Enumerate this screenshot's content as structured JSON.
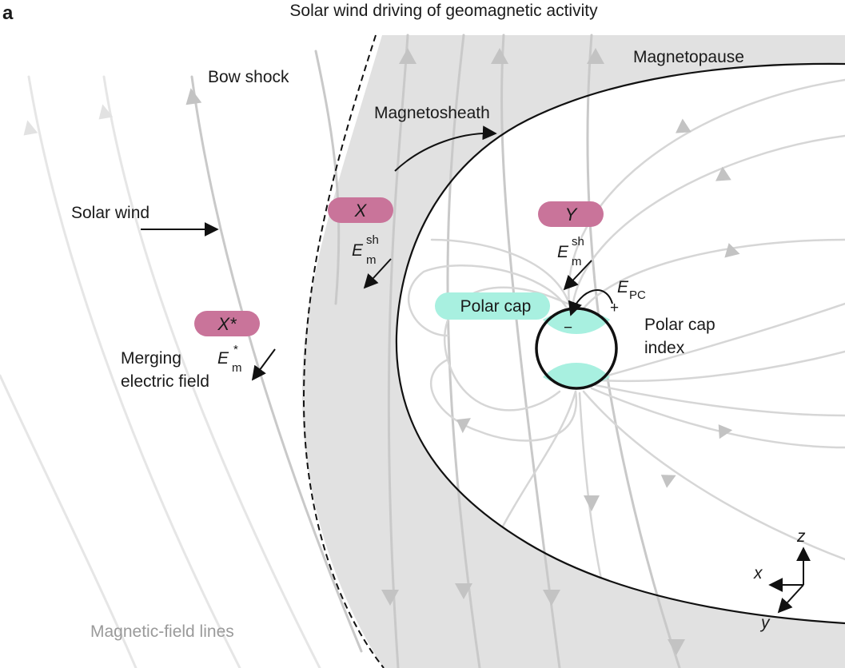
{
  "panel_label": "a",
  "title": "Solar wind driving of geomagnetic activity",
  "labels": {
    "bow_shock": "Bow shock",
    "magnetopause": "Magnetopause",
    "magnetosheath": "Magnetosheath",
    "solar_wind": "Solar wind",
    "merging_line1": "Merging",
    "merging_line2": "electric field",
    "polar_cap": "Polar cap",
    "polar_cap_index_line1": "Polar cap",
    "polar_cap_index_line2": "index",
    "field_lines": "Magnetic-field lines"
  },
  "pills": {
    "x": "X",
    "y": "Y",
    "x_star": "X*"
  },
  "fields": {
    "e_symbol": "E",
    "sh_sup": "sh",
    "m_sub": "m",
    "star_sup": "*",
    "pc_sub": "PC",
    "plus": "+",
    "minus": "−"
  },
  "axes": {
    "z": "z",
    "x": "x",
    "y": "y"
  },
  "colors": {
    "pill_magenta": "#c9749a",
    "polar_cap_teal": "#a8f0e0",
    "magnetosheath_grey": "#e1e1e1",
    "field_line_grey": "#c9c9c9"
  }
}
